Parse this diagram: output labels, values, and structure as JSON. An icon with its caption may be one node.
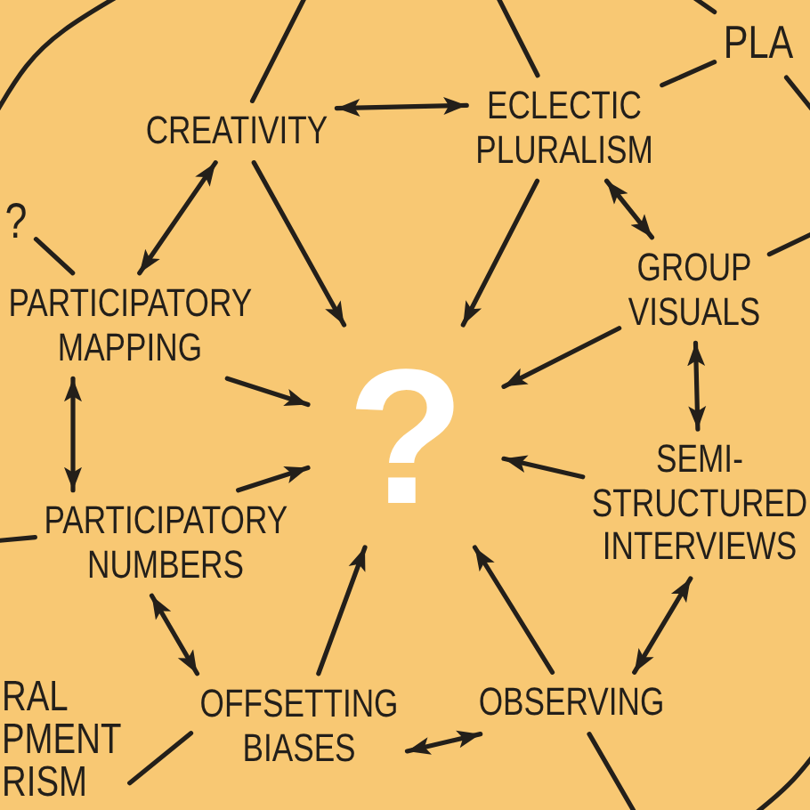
{
  "diagram": {
    "nodes": [
      {
        "text": [
          "PLA"
        ]
      },
      {
        "text": [
          "CREATIVITY"
        ]
      },
      {
        "text": [
          "ECLECTIC PLURALISM"
        ]
      },
      {
        "text": [
          "?"
        ]
      },
      {
        "text": [
          "PARTICIPATORY MAPPING"
        ]
      },
      {
        "text": [
          "GROUP VISUALS"
        ]
      },
      {
        "text": [
          "?"
        ]
      },
      {
        "text": [
          "SEMI-STRUCTURED INTERVIEWS"
        ]
      },
      {
        "text": [
          "PARTICIPATORY NUMBERS"
        ]
      },
      {
        "text": [
          "OBSERVING"
        ]
      },
      {
        "text": [
          "OFFSETTING BIASES"
        ]
      },
      {
        "text": [
          "RAL PMENT RISM"
        ]
      }
    ],
    "edges": [
      {
        "from": 1,
        "to": 6,
        "arrow": "to"
      },
      {
        "from": 2,
        "to": 6,
        "arrow": "to"
      },
      {
        "from": 5,
        "to": 6,
        "arrow": "to"
      },
      {
        "from": 7,
        "to": 6,
        "arrow": "to"
      },
      {
        "from": 9,
        "to": 6,
        "arrow": "to"
      },
      {
        "from": 10,
        "to": 6,
        "arrow": "to"
      },
      {
        "from": 8,
        "to": 6,
        "arrow": "to"
      },
      {
        "from": 4,
        "to": 6,
        "arrow": "to"
      },
      {
        "from": 1,
        "to": 2,
        "arrow": "both"
      },
      {
        "from": 2,
        "to": 5,
        "arrow": "both"
      },
      {
        "from": 5,
        "to": 7,
        "arrow": "both"
      },
      {
        "from": 7,
        "to": 9,
        "arrow": "both"
      },
      {
        "from": 9,
        "to": 10,
        "arrow": "both"
      },
      {
        "from": 10,
        "to": 8,
        "arrow": "both"
      },
      {
        "from": 8,
        "to": 4,
        "arrow": "both"
      },
      {
        "from": 4,
        "to": 1,
        "arrow": "both"
      },
      {
        "from": 1,
        "to": null,
        "arrow": "none"
      },
      {
        "from": 2,
        "to": null,
        "arrow": "none"
      },
      {
        "from": 2,
        "to": 0,
        "arrow": "none"
      },
      {
        "from": 0,
        "to": null,
        "arrow": "none"
      },
      {
        "from": 0,
        "to": null,
        "arrow": "none"
      },
      {
        "from": 5,
        "to": null,
        "arrow": "none"
      },
      {
        "from": 9,
        "to": null,
        "arrow": "none"
      },
      {
        "from": 10,
        "to": 11,
        "arrow": "none"
      },
      {
        "from": 8,
        "to": null,
        "arrow": "none"
      },
      {
        "from": 4,
        "to": 3,
        "arrow": "none"
      }
    ]
  }
}
